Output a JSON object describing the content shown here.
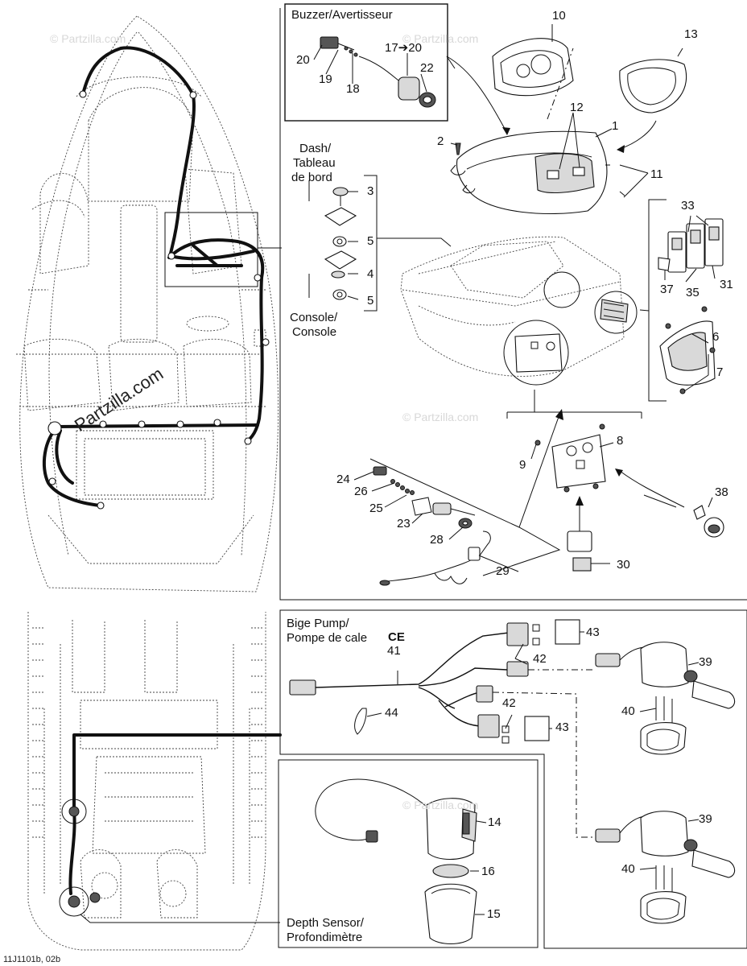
{
  "sections": {
    "buzzer": {
      "title": "Buzzer/Avertisseur"
    },
    "dash": {
      "line1": "Dash/",
      "line2": "Tableau",
      "line3": "de bord"
    },
    "console": {
      "line1": "Console/",
      "line2": "Console"
    },
    "bilge": {
      "line1": "Bige Pump/",
      "line2": "Pompe de cale",
      "ce": "CE"
    },
    "depth": {
      "line1": "Depth Sensor/",
      "line2": "Profondimètre"
    }
  },
  "parts": {
    "p1": "1",
    "p2": "2",
    "p3": "3",
    "p4": "4",
    "p5a": "5",
    "p5b": "5",
    "p6": "6",
    "p7": "7",
    "p8": "8",
    "p9": "9",
    "p10": "10",
    "p11": "11",
    "p12": "12",
    "p13": "13",
    "p14": "14",
    "p15": "15",
    "p16": "16",
    "p17": "17➔20",
    "p18": "18",
    "p19": "19",
    "p20": "20",
    "p22": "22",
    "p23": "23",
    "p24": "24",
    "p25": "25",
    "p26": "26",
    "p28": "28",
    "p29": "29",
    "p30": "30",
    "p31": "31",
    "p33": "33",
    "p35": "35",
    "p37": "37",
    "p38": "38",
    "p39a": "39",
    "p39b": "39",
    "p40a": "40",
    "p40b": "40",
    "p41": "41",
    "p42a": "42",
    "p42b": "42",
    "p43a": "43",
    "p43b": "43",
    "p44": "44"
  },
  "watermarks": {
    "small": "© Partzilla.com",
    "large": "Partzilla.com"
  },
  "footer": {
    "code": "11J1101b, 02b"
  }
}
